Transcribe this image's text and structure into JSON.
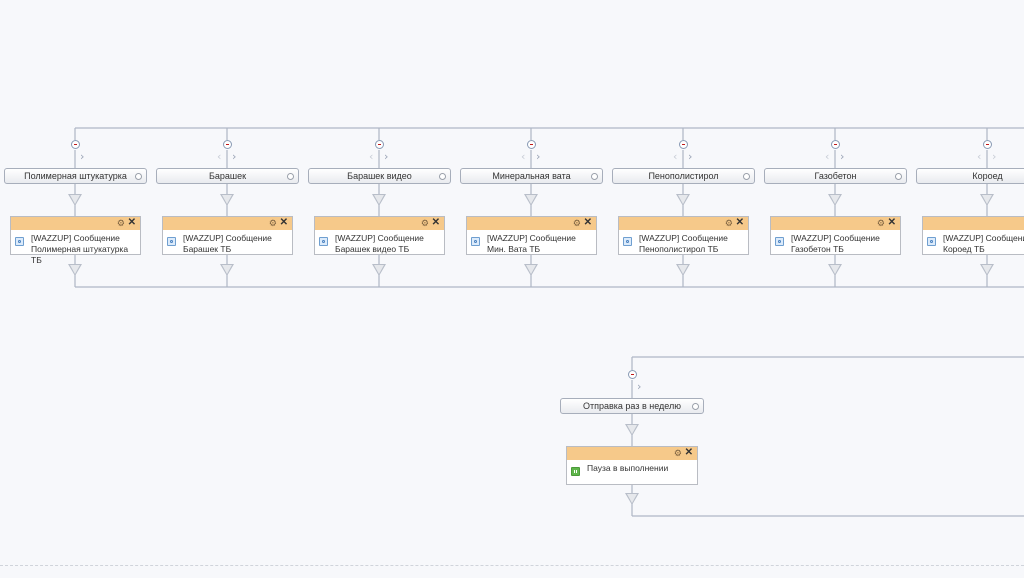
{
  "colors": {
    "canvas_bg": "#f7f8fb",
    "wire": "#aeb6c5",
    "card_header": "#f6c98a",
    "remove_marker": "#c01818"
  },
  "branches": [
    {
      "label": "Полимерная штукатурка",
      "action": "[WAZZUP] Сообщение Полимерная штукатурка ТБ",
      "action_icon": "message-icon"
    },
    {
      "label": "Барашек",
      "action": "[WAZZUP] Сообщение Барашек ТБ",
      "action_icon": "message-icon"
    },
    {
      "label": "Барашек видео",
      "action": "[WAZZUP] Сообщение Барашек видео ТБ",
      "action_icon": "message-icon"
    },
    {
      "label": "Минеральная вата",
      "action": "[WAZZUP] Сообщение Мин. Вата ТБ",
      "action_icon": "message-icon"
    },
    {
      "label": "Пенополистирол",
      "action": "[WAZZUP] Сообщение Пенополистирол ТБ",
      "action_icon": "message-icon"
    },
    {
      "label": "Газобетон",
      "action": "[WAZZUP] Сообщение Газобетон ТБ",
      "action_icon": "message-icon"
    },
    {
      "label": "Короед",
      "action": "[WAZZUP] Сообщение Короед ТБ",
      "action_icon": "message-icon"
    }
  ],
  "lower_branch": {
    "label": "Отправка раз в неделю",
    "action": "Пауза в выполнении",
    "action_icon": "pause-icon"
  },
  "icons": {
    "remove": "minus-circle-icon",
    "next": "chevron-right-icon",
    "prev": "chevron-left-icon",
    "settings": "gear-icon",
    "close": "close-icon",
    "flow": "down-arrow-icon"
  }
}
